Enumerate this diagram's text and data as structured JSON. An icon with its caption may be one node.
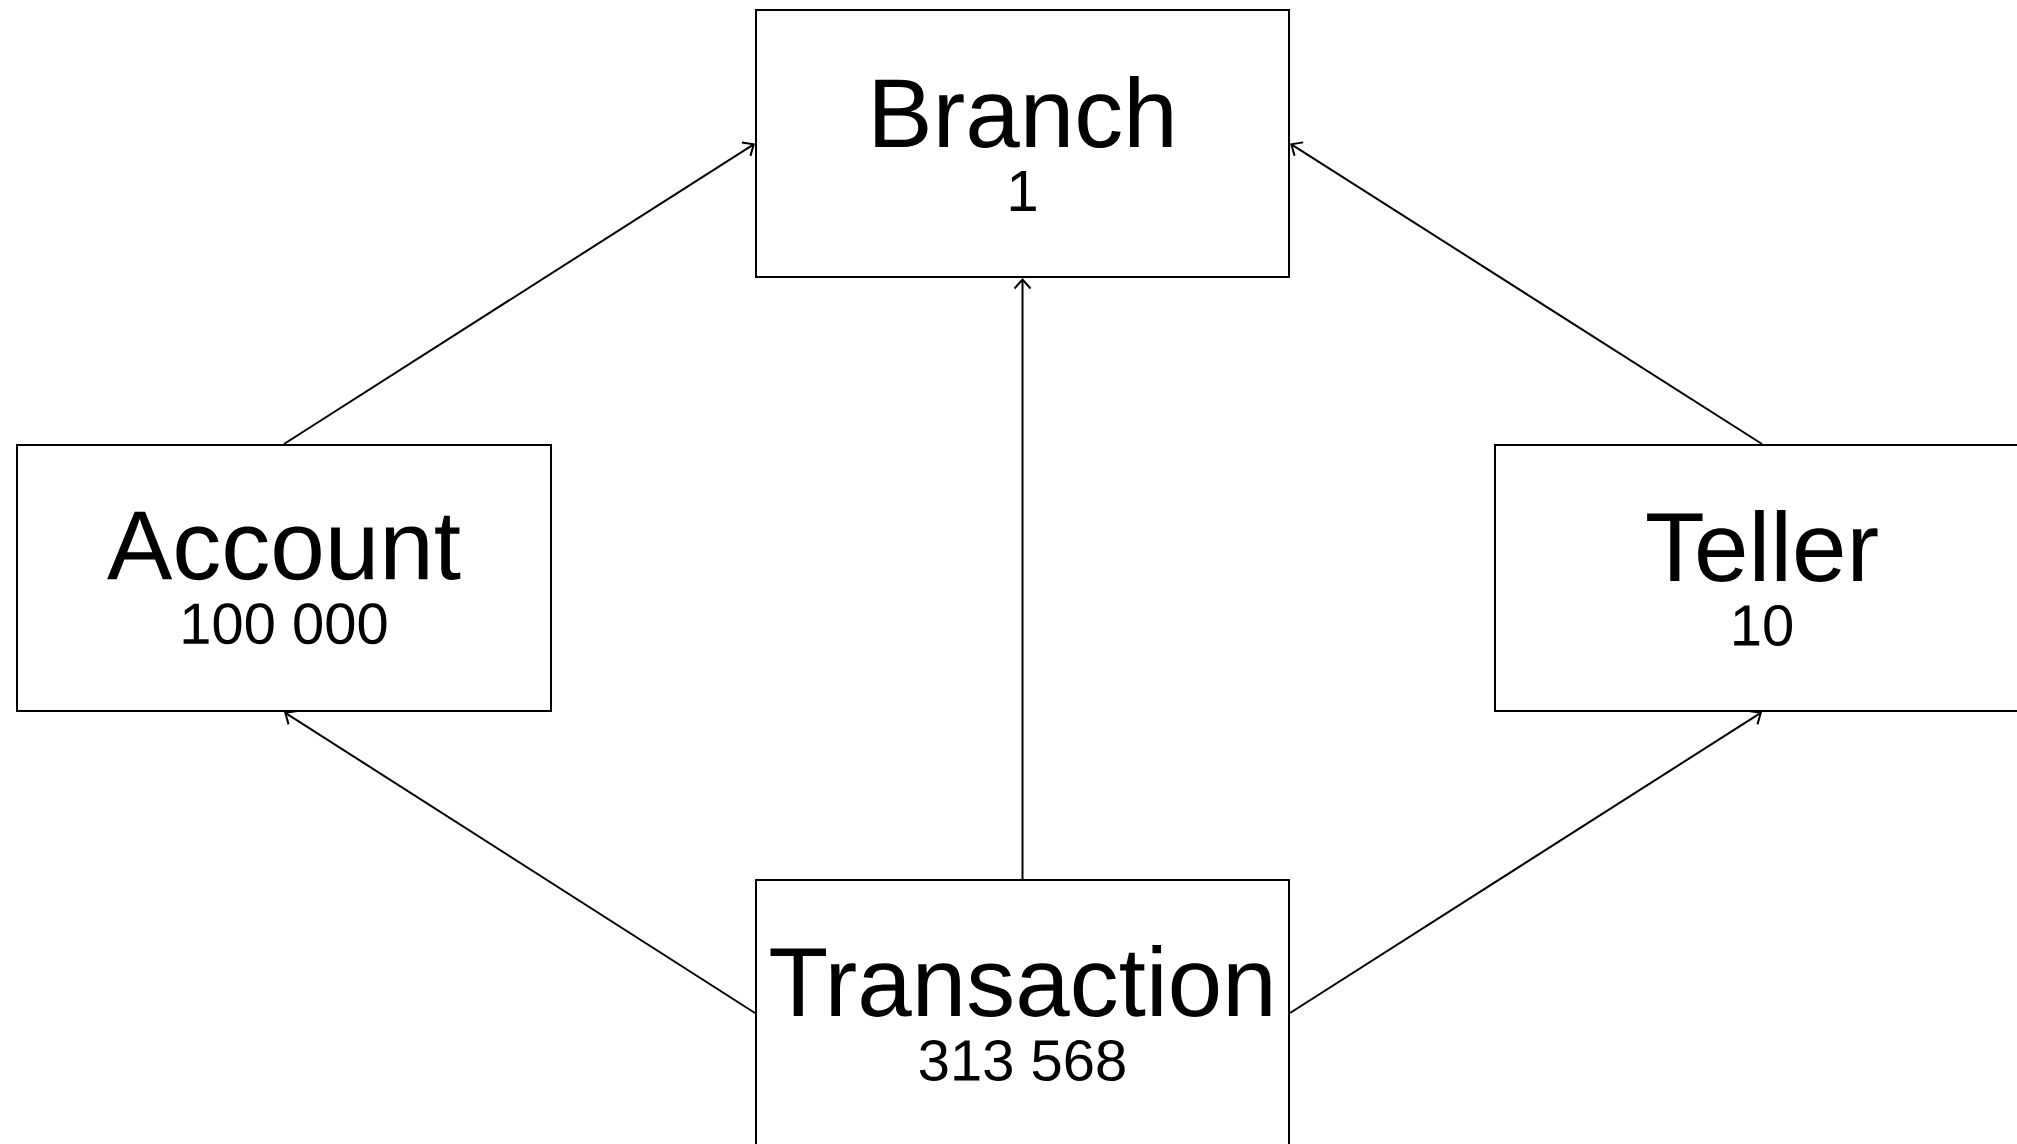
{
  "diagram": {
    "nodes": [
      {
        "text": [
          "Branch",
          "1"
        ]
      },
      {
        "text": [
          "Account",
          "100 000"
        ]
      },
      {
        "text": [
          "Teller",
          "10"
        ]
      },
      {
        "text": [
          "Transaction",
          "313 568"
        ]
      }
    ],
    "edges": [
      {
        "from": 1,
        "to": 0,
        "arrow": "to"
      },
      {
        "from": 2,
        "to": 0,
        "arrow": "to"
      },
      {
        "from": 3,
        "to": 0,
        "arrow": "to"
      },
      {
        "from": 3,
        "to": 1,
        "arrow": "to"
      },
      {
        "from": 3,
        "to": 2,
        "arrow": "to"
      }
    ]
  }
}
